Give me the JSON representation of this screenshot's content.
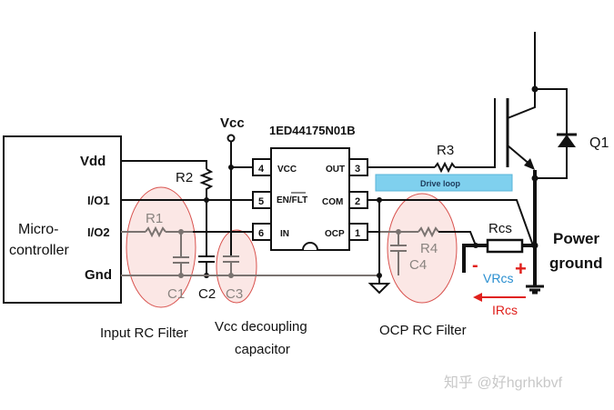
{
  "microcontroller": {
    "label_line1": "Micro-",
    "label_line2": "controller",
    "pins": {
      "vdd": "Vdd",
      "io1": "I/O1",
      "io2": "I/O2",
      "gnd": "Gnd"
    }
  },
  "supply": {
    "vcc": "Vcc"
  },
  "ic": {
    "part_number": "1ED44175N01B",
    "pins_left": [
      {
        "number": "4",
        "name": "VCC"
      },
      {
        "number": "5",
        "name": "EN/FLT"
      },
      {
        "number": "6",
        "name": "IN"
      }
    ],
    "pins_right": [
      {
        "number": "3",
        "name": "OUT"
      },
      {
        "number": "2",
        "name": "COM"
      },
      {
        "number": "1",
        "name": "OCP"
      }
    ]
  },
  "components": {
    "r1": "R1",
    "r2": "R2",
    "r3": "R3",
    "r4": "R4",
    "rcs": "Rcs",
    "c1": "C1",
    "c2": "C2",
    "c3": "C3",
    "c4": "C4",
    "q1": "Q1"
  },
  "drive_loop": {
    "label": "Drive loop",
    "color": "#7fd0ee"
  },
  "sense": {
    "minus": "-",
    "plus": "+",
    "voltage": "VRcs",
    "current": "IRcs",
    "voltage_color": "#2a8fd0",
    "current_color": "#e0201c"
  },
  "power_ground": {
    "line1": "Power",
    "line2": "ground"
  },
  "captions": {
    "input_rc": "Input RC Filter",
    "vcc_decoupling_1": "Vcc decoupling",
    "vcc_decoupling_2": "capacitor",
    "ocp_rc": "OCP RC Filter"
  },
  "watermark": "知乎 @好hgrhkbvf"
}
